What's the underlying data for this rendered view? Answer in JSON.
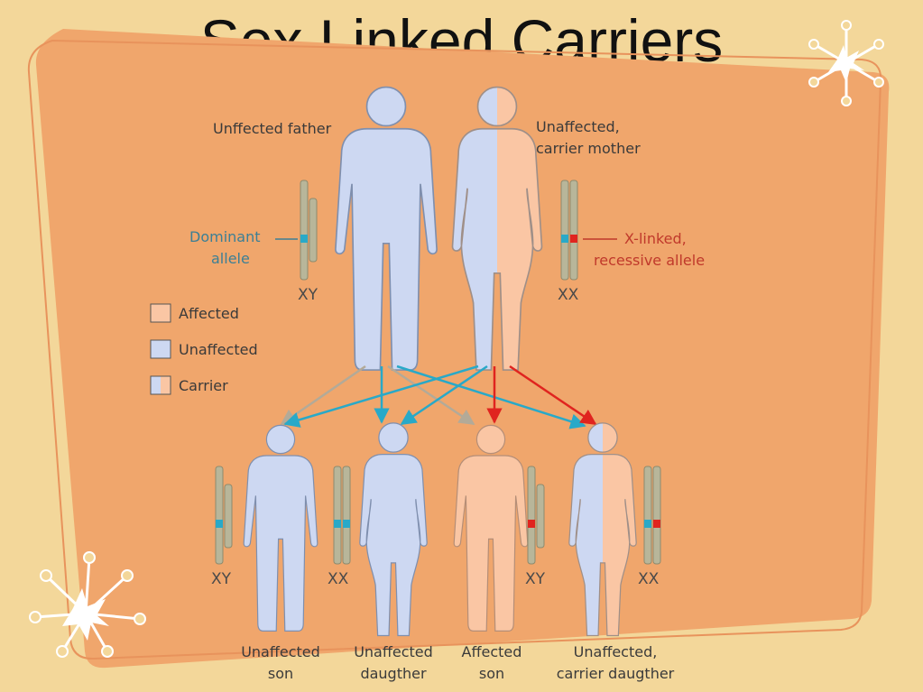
{
  "slide": {
    "title": "Sex Linked Carriers"
  },
  "colors": {
    "background": "#f3d79a",
    "panel": "#f0a66c",
    "unaffected": "#cdd8f2",
    "affected": "#fac6a4",
    "dominant_allele": "#29a9c8",
    "recessive_allele": "#e0241f",
    "chromosome": "#b8b69a"
  },
  "icons": {
    "corner": "snowflake-star-icon"
  },
  "parents": {
    "father_label": "Unffected father",
    "mother_label_1": "Unaffected,",
    "mother_label_2": "carrier mother",
    "dominant_label_1": "Dominant",
    "dominant_label_2": "allele",
    "recessive_label_1": "X-linked,",
    "recessive_label_2": "recessive allele",
    "father_chromosomes": "XY",
    "mother_chromosomes": "XX"
  },
  "legend": {
    "affected": "Affected",
    "unaffected": "Unaffected",
    "carrier": "Carrier"
  },
  "offspring": [
    {
      "label_1": "Unaffected",
      "label_2": "son",
      "chromosomes": "XY"
    },
    {
      "label_1": "Unaffected",
      "label_2": "daugther",
      "chromosomes": "XX"
    },
    {
      "label_1": "Affected",
      "label_2": "son",
      "chromosomes": "XY"
    },
    {
      "label_1": "Unaffected,",
      "label_2": "carrier daugther",
      "chromosomes": "XX"
    }
  ]
}
